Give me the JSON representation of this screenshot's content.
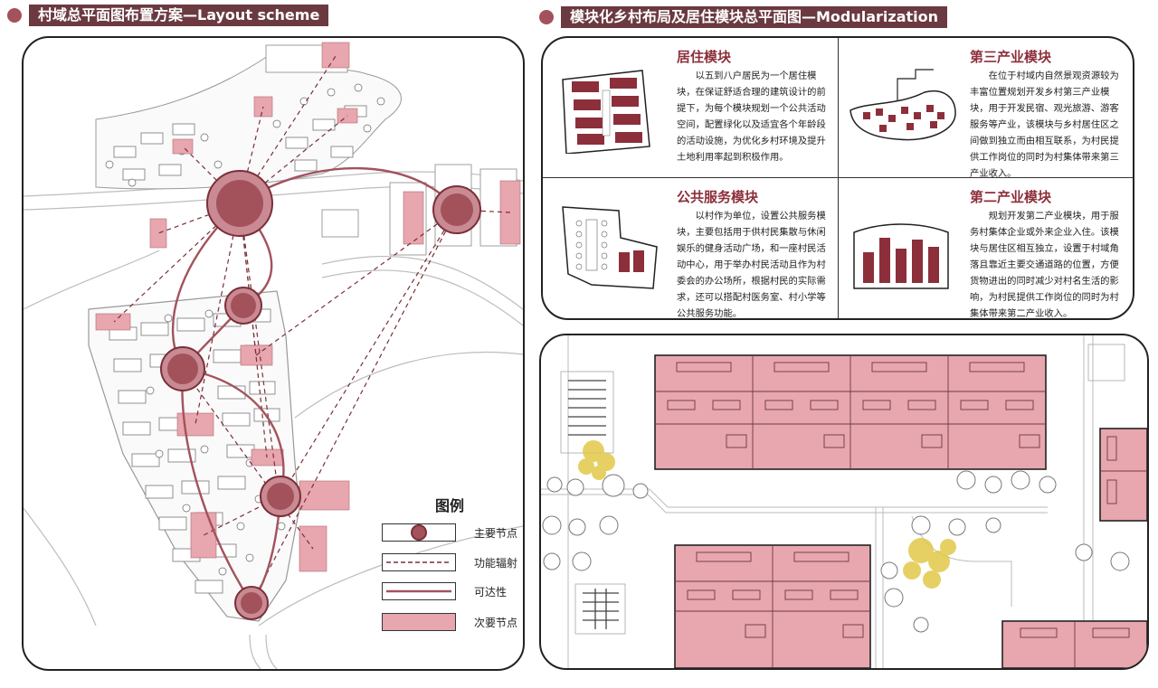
{
  "left_header": {
    "title": "村域总平面图布置方案—Layout scheme",
    "dot_color": "#a3525c",
    "bar_color": "#6b3a41"
  },
  "right_header": {
    "title": "模块化乡村布局及居住模块总平面图—Modularization",
    "dot_color": "#a3525c",
    "bar_color": "#6b3a41"
  },
  "legend": {
    "title": "图例",
    "items": [
      {
        "label": "主要节点",
        "kind": "main-node"
      },
      {
        "label": "功能辐射",
        "kind": "function-radiation"
      },
      {
        "label": "可达性",
        "kind": "accessibility"
      },
      {
        "label": "次要节点",
        "kind": "secondary-node"
      }
    ]
  },
  "modules": [
    {
      "title": "居住模块",
      "text": "以五到八户居民为一个居住模块，在保证舒适合理的建筑设计的前提下，为每个模块规划一个公共活动空间，配置绿化以及适宜各个年龄段的活动设施，为优化乡村环境及提升土地利用率起到积极作用。"
    },
    {
      "title": "第三产业模块",
      "text": "在位于村域内自然景观资源较为丰富位置规划开发乡村第三产业模块，用于开发民宿、观光旅游、游客服务等产业，该模块与乡村居住区之间做到独立而由相互联系，为村民提供工作岗位的同时为村集体带来第三产业收入。"
    },
    {
      "title": "公共服务模块",
      "text": "以村作为单位，设置公共服务模块，主要包括用于供村民集散与休闲娱乐的健身活动广场，和一座村民活动中心，用于举办村民活动且作为村委会的办公场所，根据村民的实际需求，还可以搭配村医务室、村小学等公共服务功能。"
    },
    {
      "title": "第二产业模块",
      "text": "规划开发第二产业模块，用于服务村集体企业或外来企业入住。该模块与居住区相互独立，设置于村域角落且靠近主要交通道路的位置，方便货物进出的同时减少对村名生活的影响，为村民提供工作岗位的同时为村集体带来第二产业收入。"
    }
  ],
  "colors": {
    "accent": "#8c2f3b",
    "node": "#a3525c",
    "pink": "#e8a6ae",
    "tree": "#e2c84a"
  }
}
